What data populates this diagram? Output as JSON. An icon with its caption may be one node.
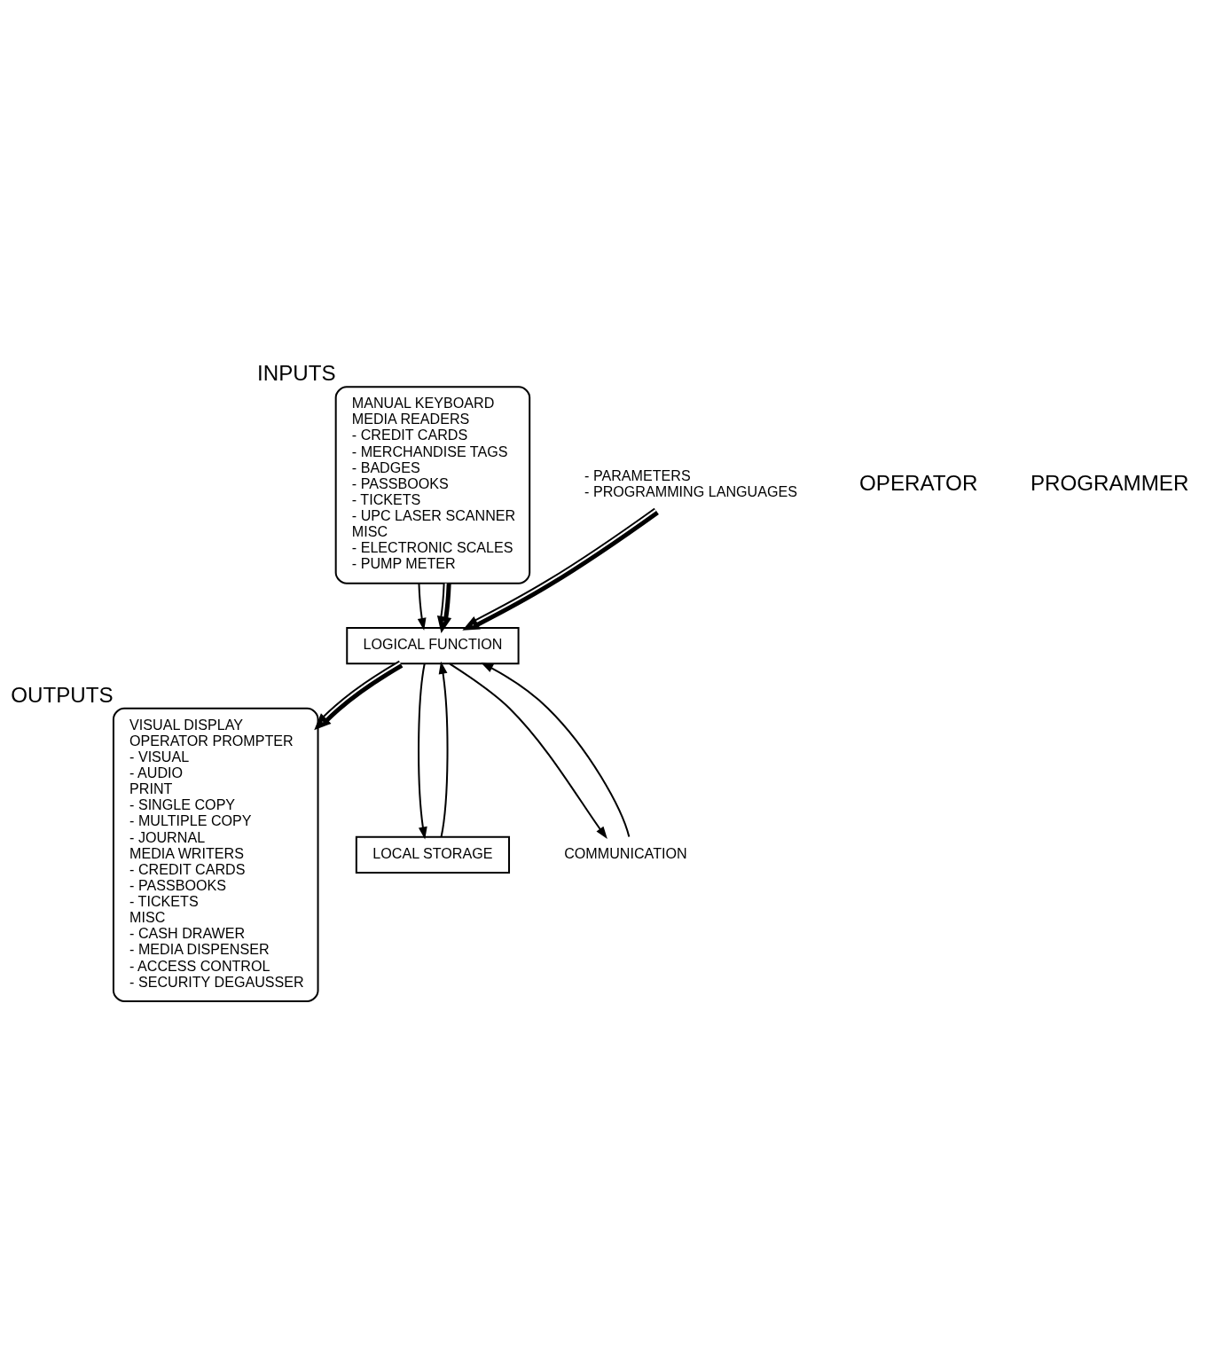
{
  "diagram": {
    "nodes": [
      {
        "text": [
          "MANUAL KEYBOARD",
          "MEDIA READERS",
          "- CREDIT CARDS",
          "- MERCHANDISE TAGS",
          "- BADGES",
          "- PASSBOOKS",
          "- TICKETS",
          "- UPC LASER SCANNER",
          "MISC",
          "- ELECTRONIC SCALES",
          "- PUMP METER"
        ],
        "beside": [
          "INPUTS"
        ]
      },
      {
        "text": [
          "VISUAL DISPLAY",
          "OPERATOR PROMPTER",
          "- VISUAL",
          "- AUDIO",
          "PRINT",
          "- SINGLE COPY",
          "- MULTIPLE COPY",
          "- JOURNAL",
          "MEDIA WRITERS",
          "- CREDIT CARDS",
          "- PASSBOOKS",
          "- TICKETS",
          "MISC",
          "- CASH DRAWER",
          "- MEDIA DISPENSER",
          "- ACCESS CONTROL",
          "- SECURITY DEGAUSSER"
        ],
        "beside": [
          "OUTPUTS"
        ]
      },
      {
        "text": [
          "- PARAMETERS",
          "- PROGRAMMING LANGUAGES"
        ]
      },
      {
        "text": [
          "LOGICAL FUNCTION"
        ]
      },
      {
        "text": [
          "LOCAL STORAGE"
        ]
      },
      {
        "text": [
          "COMMUNICATION"
        ]
      }
    ],
    "edges": [
      {
        "from": 0,
        "to": 3,
        "arrow": "to"
      },
      {
        "from": 0,
        "to": 3,
        "arrow": "to",
        "style": "thick"
      },
      {
        "from": 3,
        "to": 1,
        "arrow": "to",
        "style": "thick"
      },
      {
        "from": 2,
        "to": 3,
        "arrow": "to",
        "style": "thick"
      },
      {
        "from": 3,
        "to": 5,
        "arrow": "to"
      },
      {
        "from": 5,
        "to": 3,
        "arrow": "to"
      },
      {
        "from": 3,
        "to": 4,
        "arrow": "to"
      },
      {
        "from": 4,
        "to": 3,
        "arrow": "to"
      }
    ],
    "labels": [
      "OPERATOR",
      "PROGRAMMER"
    ]
  }
}
